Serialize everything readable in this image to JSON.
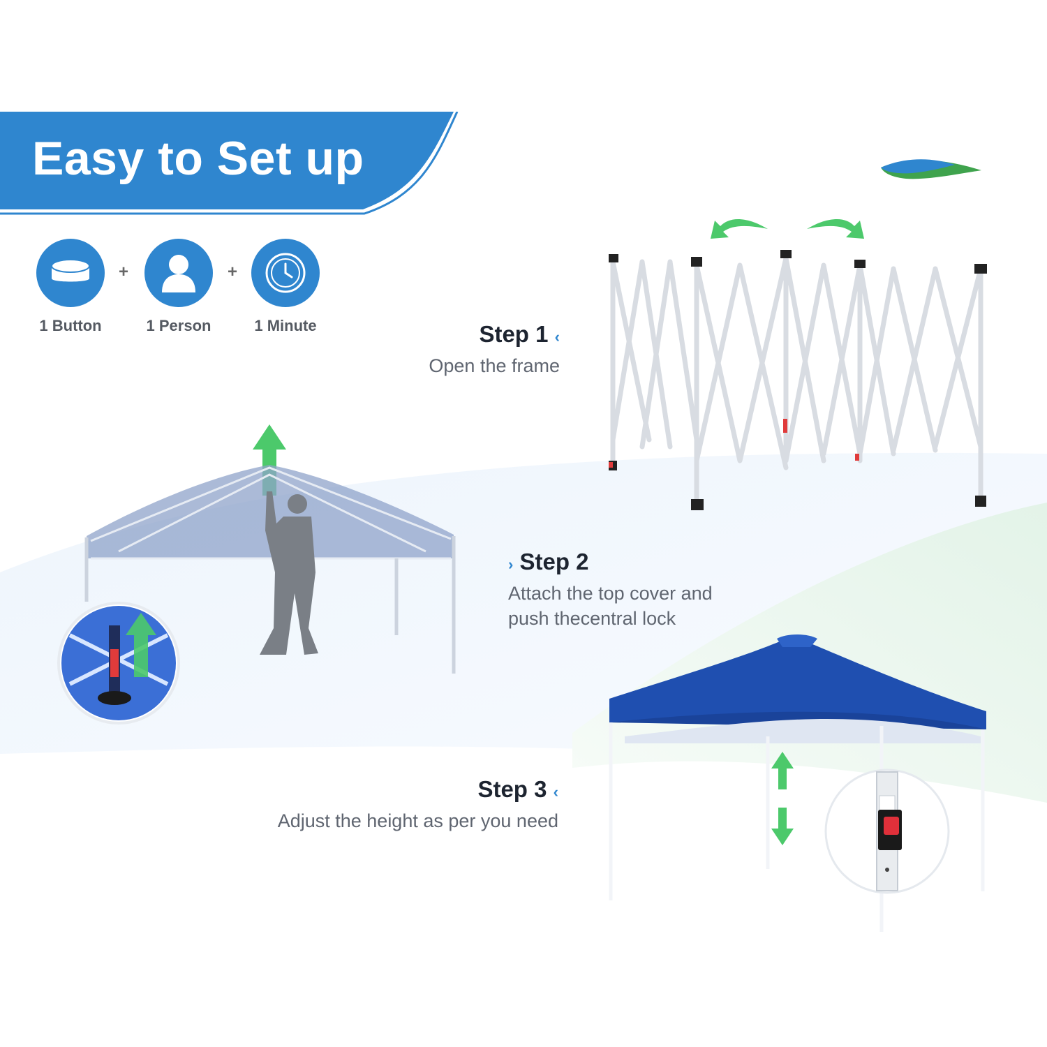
{
  "banner": {
    "title": "Easy to Set up"
  },
  "features": [
    {
      "icon": "button-icon",
      "label": "1 Button"
    },
    {
      "icon": "person-icon",
      "label": "1 Person"
    },
    {
      "icon": "clock-icon",
      "label": "1 Minute"
    }
  ],
  "plus_sign": "+",
  "steps": [
    {
      "title": "Step 1",
      "description": "Open the frame"
    },
    {
      "title": "Step 2",
      "description_line1": "Attach the top cover and",
      "description_line2": "push thecentral lock"
    },
    {
      "title": "Step 3",
      "description": "Adjust the height as per you need"
    }
  ],
  "colors": {
    "brand_blue": "#2f86cf",
    "canopy_blue": "#1f4fb0",
    "arrow_green": "#4cc96b",
    "text_dark": "#1d2430",
    "text_gray": "#5f6570"
  }
}
